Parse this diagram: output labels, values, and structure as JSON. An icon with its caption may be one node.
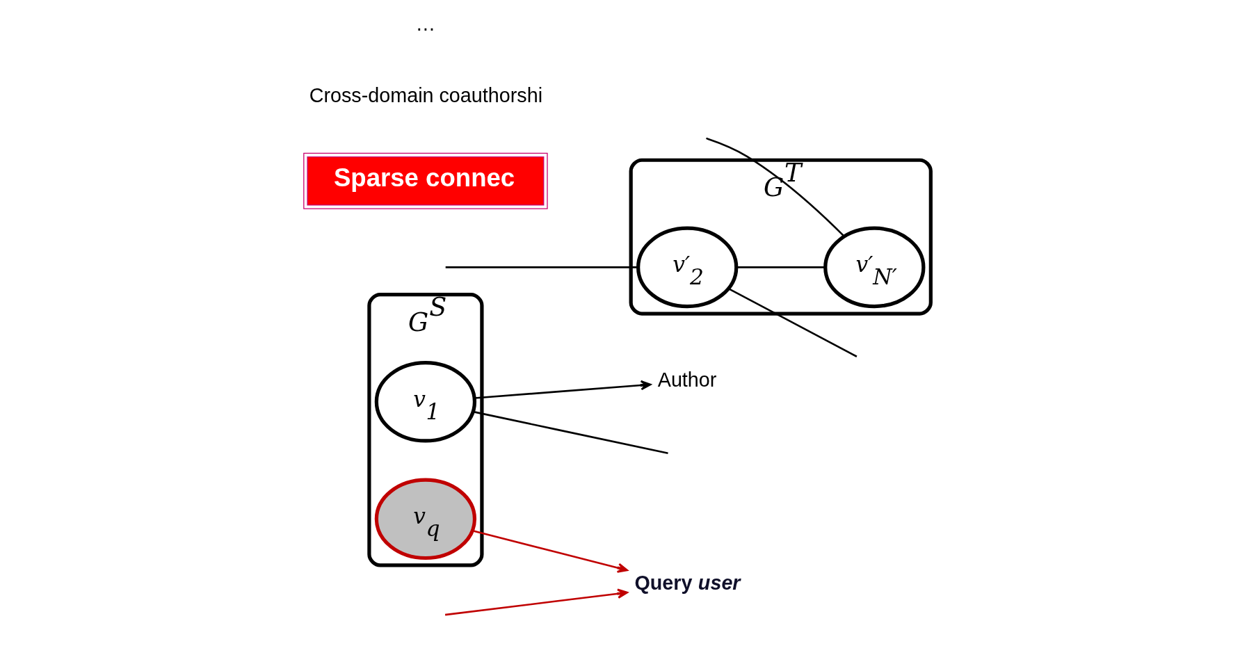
{
  "diagram": {
    "nodes": [
      {
        "text": [
          "G$^{S}$"
        ]
      },
      {
        "text": [
          "v$_{1}$"
        ],
        "in": 0
      },
      {
        "text": [
          "v$_{q}$"
        ],
        "in": 0
      },
      {
        "text": [
          "G$^{T}$"
        ]
      },
      {
        "text": [
          "v′$_{2}$"
        ],
        "in": 3
      },
      {
        "text": [
          "v′$_{N′}$"
        ],
        "in": 3
      },
      {
        "text": [
          "Author"
        ]
      },
      {
        "text": [
          "Query *user*"
        ]
      },
      {
        "text": [
          "Sparse connec"
        ]
      }
    ],
    "edges": [
      {
        "from": 1,
        "to": 6,
        "arrow": "to"
      },
      {
        "from": 1,
        "to": null,
        "arrow": "none"
      },
      {
        "from": null,
        "to": 4,
        "arrow": "none"
      },
      {
        "from": null,
        "to": 5,
        "arrow": "none"
      },
      {
        "from": 4,
        "to": 5,
        "arrow": "none"
      },
      {
        "from": 4,
        "to": null,
        "arrow": "none"
      },
      {
        "from": 2,
        "to": 7,
        "arrow": "to",
        "color": "#c00000"
      },
      {
        "from": null,
        "to": 7,
        "arrow": "to",
        "color": "#c00000"
      }
    ],
    "labels": [
      "Cross-domain coauthorshi",
      "…"
    ]
  }
}
